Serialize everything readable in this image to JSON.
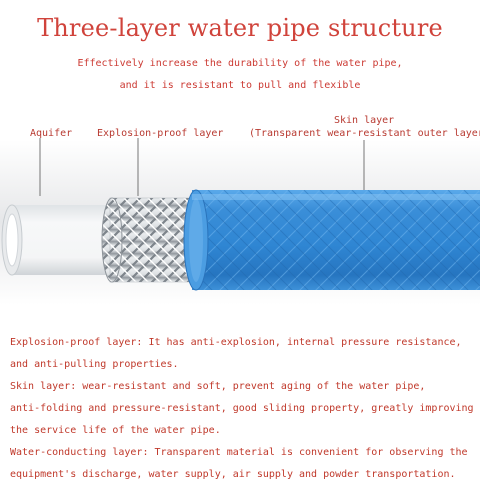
{
  "header": {
    "title": "Three-layer water pipe structure",
    "subtitle_line1": "Effectively increase the durability of the water pipe,",
    "subtitle_line2": "and it is resistant to pull and flexible"
  },
  "labels": {
    "aquifer": "Aquifer",
    "explosion_proof": "Explosion-proof layer",
    "skin_layer": "Skin layer",
    "skin_layer_detail": "(Transparent wear-resistant outer layer"
  },
  "descriptions": {
    "line1": "Explosion-proof layer: It has anti-explosion, internal pressure resistance,",
    "line2": "and anti-pulling properties.",
    "line3": "Skin layer: wear-resistant and soft, prevent aging of the water pipe,",
    "line4": "anti-folding and pressure-resistant, good sliding property, greatly improving",
    "line5": "the service life of the water pipe.",
    "line6": "Water-conducting layer: Transparent material is convenient for observing the",
    "line7": "equipment's discharge, water supply, air supply and powder transportation."
  },
  "colors": {
    "title": "#d0433b",
    "text": "#c0392b",
    "pipe_blue": "#3a8ed8",
    "pipe_inner": "#eef0f2",
    "braid": "#c8cdd2"
  }
}
